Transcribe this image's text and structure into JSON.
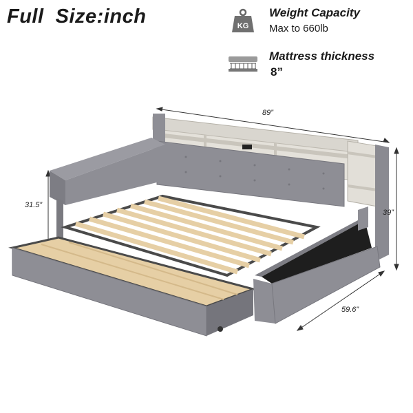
{
  "header": {
    "title": "Full  Size:inch"
  },
  "specs": {
    "weight": {
      "icon": "weight-kg-icon",
      "icon_text": "KG",
      "title": "Weight Capacity",
      "value": "Max to 660lb"
    },
    "mattress": {
      "icon": "mattress-icon",
      "title": "Mattress thickness",
      "value": "8”"
    }
  },
  "dimensions": {
    "length": "89”",
    "back_height": "31.5”",
    "total_height": "39”",
    "width": "59.6”"
  },
  "colors": {
    "upholstery": "#8e8e95",
    "upholstery_dark": "#6f6f76",
    "slat": "#e6cfa5",
    "frame": "#4a4a4a",
    "shelf": "#d9d6cf"
  }
}
